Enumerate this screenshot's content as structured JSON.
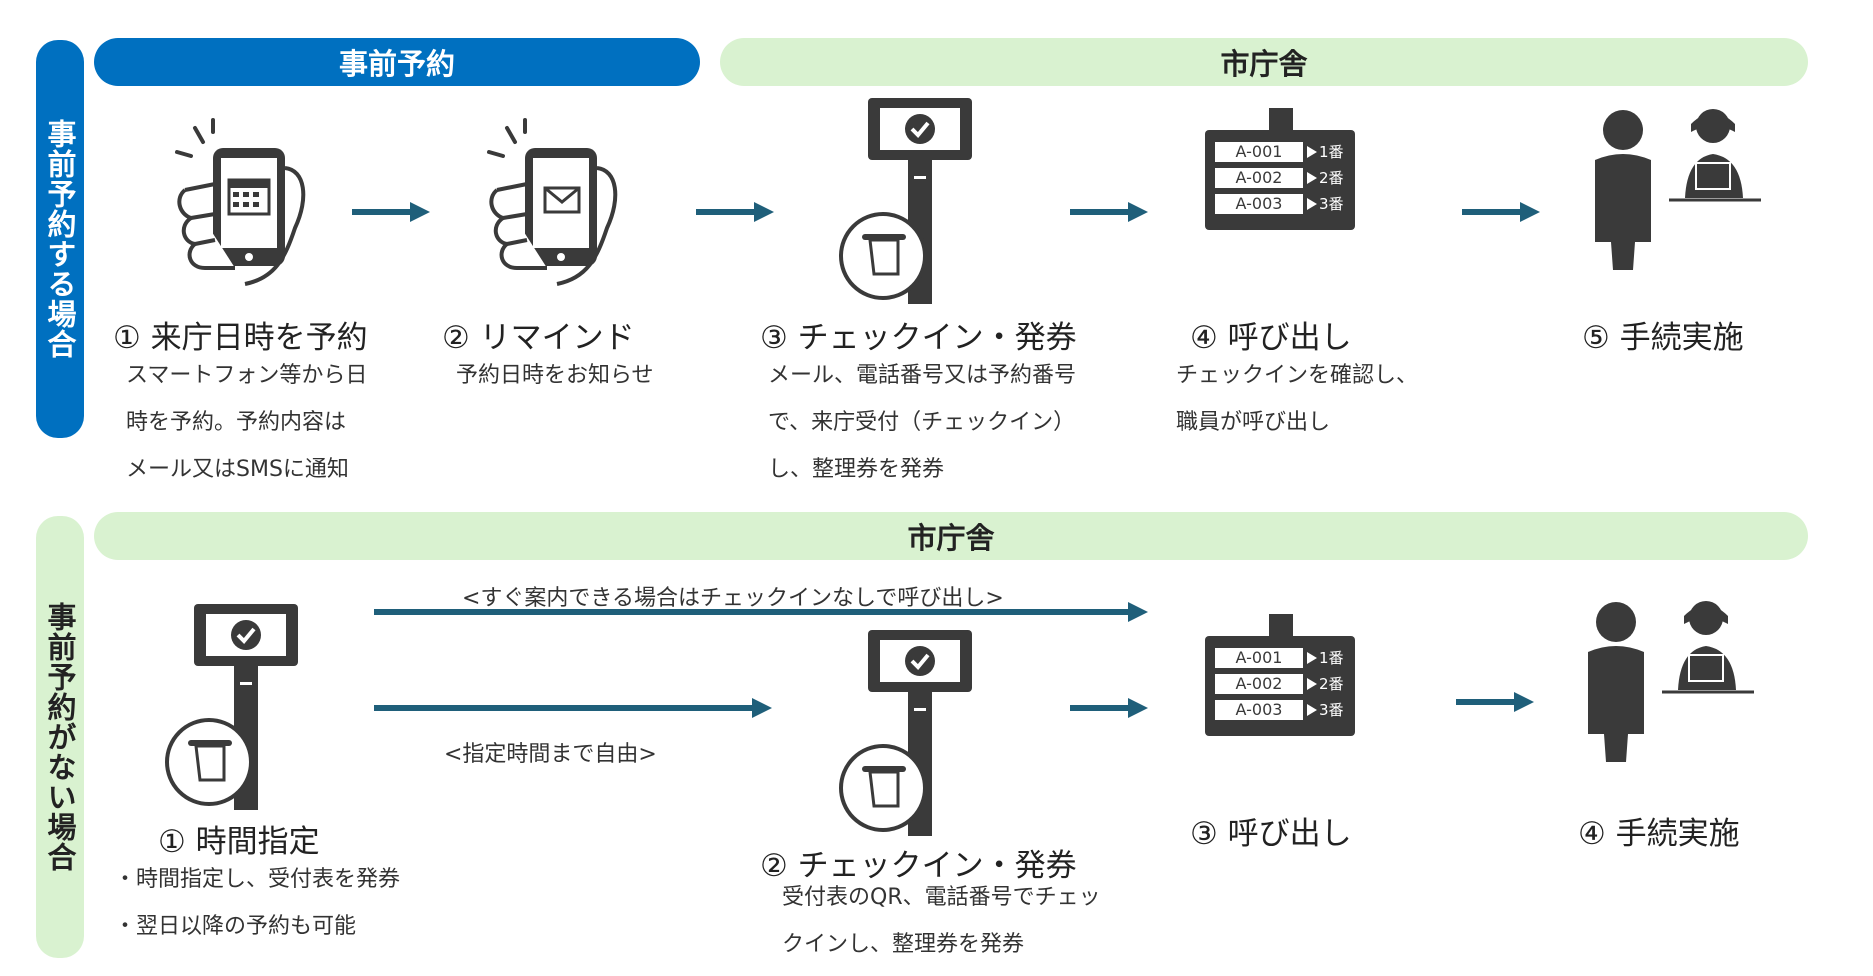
{
  "colors": {
    "blue": "#0070c0",
    "green_band": "#d9f2d0",
    "arrow": "#1f5f7a",
    "icon_dark": "#3a3a3a"
  },
  "reserved": {
    "side_label": "事前予約する場合",
    "band_left": "事前予約",
    "band_right": "市庁舎",
    "steps": [
      {
        "num": "①",
        "title": "来庁日時を予約",
        "lines": [
          "スマートフォン等から日",
          "時を予約。予約内容は",
          "メール又はSMSに通知"
        ],
        "icon": "phone-calendar-icon"
      },
      {
        "num": "②",
        "title": "リマインド",
        "lines": [
          "予約日時をお知らせ"
        ],
        "icon": "phone-mail-icon"
      },
      {
        "num": "③",
        "title": "チェックイン・発券",
        "lines": [
          "メール、電話番号又は予約番号",
          "で、来庁受付（チェックイン）",
          "し、整理券を発券"
        ],
        "icon": "kiosk-icon"
      },
      {
        "num": "④",
        "title": "呼び出し",
        "lines": [
          "チェックインを確認し、",
          "職員が呼び出し"
        ],
        "icon": "queue-board-icon"
      },
      {
        "num": "⑤",
        "title": "手続実施",
        "lines": [],
        "icon": "staff-service-icon"
      }
    ]
  },
  "walkin": {
    "side_label": "事前予約がない場合",
    "band": "市庁舎",
    "arrow_top_label": "<すぐ案内できる場合はチェックインなしで呼び出し>",
    "arrow_bottom_label": "<指定時間まで自由>",
    "steps": [
      {
        "num": "①",
        "title": "時間指定",
        "lines": [
          "・時間指定し、受付表を発券",
          "・翌日以降の予約も可能"
        ],
        "icon": "kiosk-icon"
      },
      {
        "num": "②",
        "title": "チェックイン・発券",
        "lines": [
          "受付表のQR、電話番号でチェッ",
          "クインし、整理券を発券"
        ],
        "icon": "kiosk-icon"
      },
      {
        "num": "③",
        "title": "呼び出し",
        "lines": [],
        "icon": "queue-board-icon"
      },
      {
        "num": "④",
        "title": "手続実施",
        "lines": [],
        "icon": "staff-service-icon"
      }
    ]
  },
  "queue_board": {
    "rows": [
      {
        "ticket": "A-001",
        "window": "1番"
      },
      {
        "ticket": "A-002",
        "window": "2番"
      },
      {
        "ticket": "A-003",
        "window": "3番"
      }
    ]
  }
}
